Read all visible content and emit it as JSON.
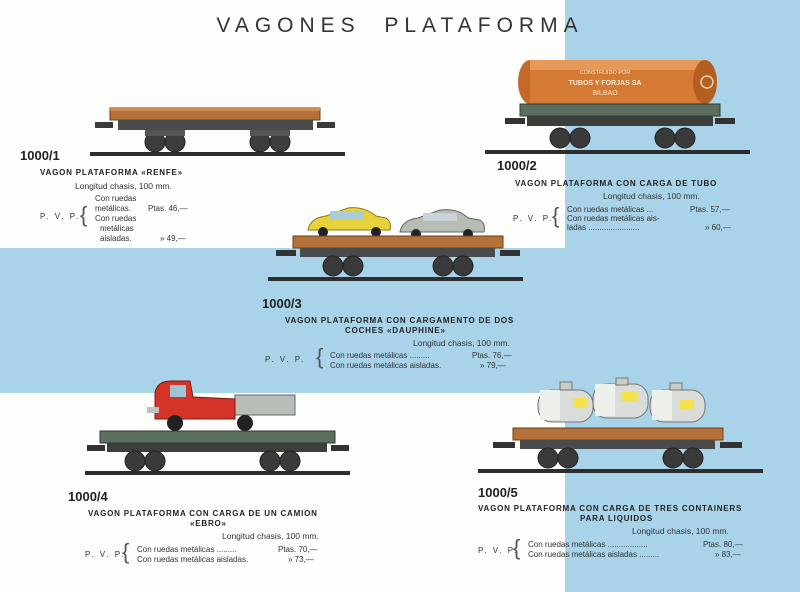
{
  "title": "VAGONES  PLATAFORMA",
  "colors": {
    "blue_panel": "#a9d3e9",
    "wagon_brown": "#b5713a",
    "wagon_green": "#5b6e5f"
  },
  "items": [
    {
      "number": "1000/1",
      "name_lines": [
        "VAGON  PLATAFORMA  «RENFE»"
      ],
      "length": "Longitud chasis, 100 mm.",
      "pvp": "P. V. P.",
      "price_labels": [
        "Con ruedas",
        "metálicas.",
        "Con ruedas",
        "metálicas",
        "aisladas."
      ],
      "price_1_label": "Ptas. 46,—",
      "price_2_label": "» 49,—"
    },
    {
      "number": "1000/2",
      "name_lines": [
        "VAGON  PLATAFORMA  CON  CARGA  DE  TUBO"
      ],
      "length": "Longitud chasis, 100 mm.",
      "pvp": "P. V. P.",
      "price_labels": [
        "Con ruedas metálicas ...",
        "Con ruedas metálicas ais-",
        "ladas ......................."
      ],
      "price_1_label": "Ptas. 57,—",
      "price_2_label": "» 60,—",
      "tube_text": [
        "CONSTRUIDO POR",
        "TUBOS Y FORJAS SA",
        "BILBAO"
      ]
    },
    {
      "number": "1000/3",
      "name_lines": [
        "VAGON  PLATAFORMA  CON  CARGAMENTO  DE  DOS",
        "COCHES  «DAUPHINE»"
      ],
      "length": "Longitud chasis, 100 mm.",
      "pvp": "P. V. P.",
      "price_labels": [
        "Con ruedas metálicas .........",
        "Con ruedas metálicas aisladas."
      ],
      "price_1_label": "Ptas. 76,—",
      "price_2_label": "» 79,—"
    },
    {
      "number": "1000/4",
      "name_lines": [
        "VAGON  PLATAFORMA  CON  CARGA  DE  UN  CAMION",
        "«EBRO»"
      ],
      "length": "Longitud chasis, 100 mm.",
      "pvp": "P. V. P.",
      "price_labels": [
        "Con ruedas metálicas .........",
        "Con ruedas metálicas aisladas."
      ],
      "price_1_label": "Ptas. 70,—",
      "price_2_label": "» 73,—"
    },
    {
      "number": "1000/5",
      "name_lines": [
        "VAGON  PLATAFORMA  CON  CARGA  DE  TRES  CONTAINERS",
        "PARA  LIQUIDOS"
      ],
      "length": "Longitud chasis, 100 mm.",
      "pvp": "P. V. P.",
      "price_labels": [
        "Con ruedas metálicas ..................",
        "Con ruedas metálicas aisladas ........."
      ],
      "price_1_label": "Ptas. 80,—",
      "price_2_label": "» 83,—"
    }
  ]
}
